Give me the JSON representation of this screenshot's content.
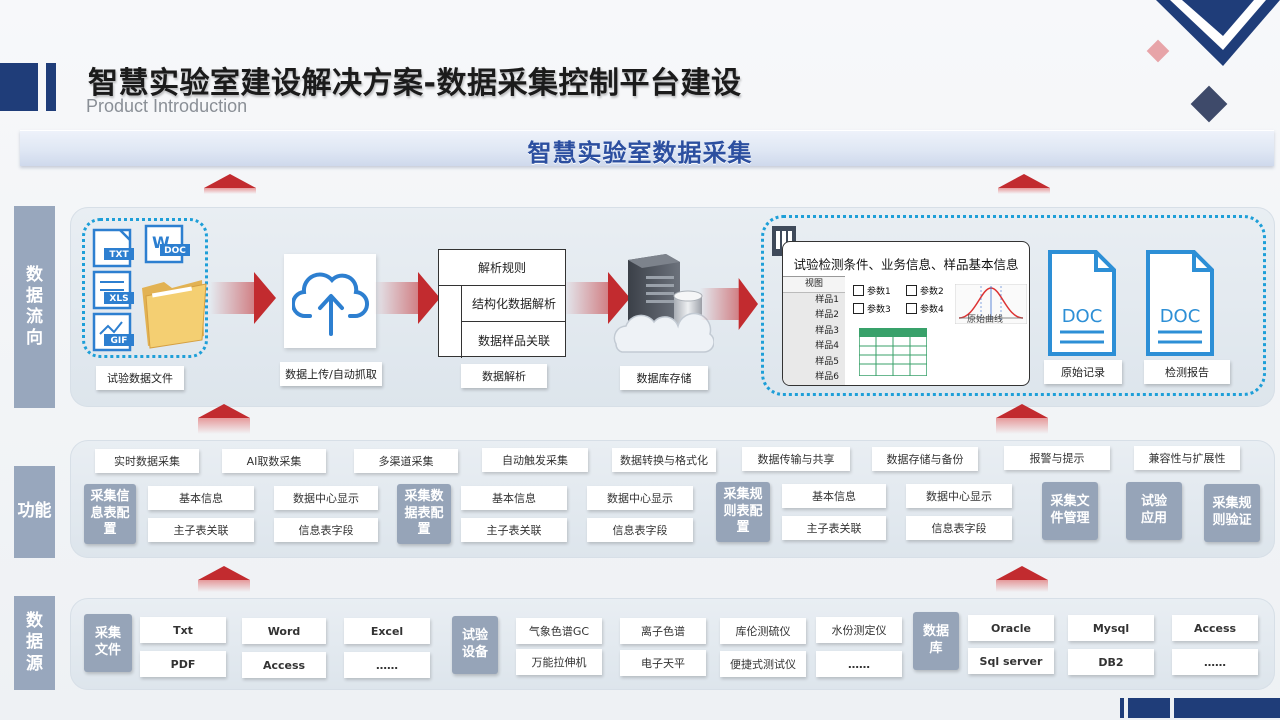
{
  "header": {
    "title": "智慧实验室建设解决方案-数据采集控制平台建设",
    "subtitle": "Product Introduction"
  },
  "banner": {
    "text": "智慧实验室数据采集"
  },
  "side_labels": {
    "flow": "数据\n流向",
    "function": "功能",
    "source": "数据\n源"
  },
  "flow": {
    "steps": [
      {
        "label": "试验数据文件"
      },
      {
        "label": "数据上传/自动抓取"
      },
      {
        "label": "数据解析"
      },
      {
        "label": "数据库存储"
      },
      {
        "label": "原始记录"
      },
      {
        "label": "检测报告"
      }
    ],
    "file_icons": [
      "TXT",
      "DOC",
      "XLS",
      "GIF"
    ],
    "parse_table": {
      "header": "解析规则",
      "rows": [
        "结构化数据解析",
        "数据样品关联"
      ]
    },
    "report_window": {
      "title": "试验检测条件、业务信息、样品基本信息",
      "view_label": "视图",
      "samples": [
        "样品1",
        "样品2",
        "样品3",
        "样品4",
        "样品5",
        "样品6"
      ],
      "params": [
        "参数1",
        "参数2",
        "参数3",
        "参数4"
      ],
      "curve_label": "原始曲线"
    },
    "doc_icon_text": "DOC"
  },
  "functions": {
    "top_row": [
      "实时数据采集",
      "AI取数采集",
      "多渠道采集",
      "自动触发采集",
      "数据转换与格式化",
      "数据传输与共享",
      "数据存储与备份",
      "报警与提示",
      "兼容性与扩展性"
    ],
    "groups": [
      {
        "title": "采集信息表配置",
        "items": [
          "基本信息",
          "数据中心显示",
          "主子表关联",
          "信息表字段"
        ]
      },
      {
        "title": "采集数据表配置",
        "items": [
          "基本信息",
          "数据中心显示",
          "主子表关联",
          "信息表字段"
        ]
      },
      {
        "title": "采集规则表配置",
        "items": [
          "基本信息",
          "数据中心显示",
          "主子表关联",
          "信息表字段"
        ]
      }
    ],
    "standalone": [
      "采集文件管理",
      "试验应用",
      "采集规则验证"
    ]
  },
  "sources": {
    "groups": [
      {
        "title": "采集文件",
        "items": [
          "Txt",
          "Word",
          "Excel",
          "PDF",
          "Access",
          "……"
        ]
      },
      {
        "title": "试验设备",
        "items": [
          "气象色谱GC",
          "离子色谱",
          "库伦测硫仪",
          "水份测定仪",
          "万能拉伸机",
          "电子天平",
          "便捷式测试仪",
          "……"
        ]
      },
      {
        "title": "数据库",
        "items": [
          "Oracle",
          "Mysql",
          "Access",
          "Sql server",
          "DB2",
          "……"
        ]
      }
    ]
  },
  "colors": {
    "brand_dark": "#1f3d79",
    "accent_red": "#c22b2f",
    "panel_side": "#98a7bd",
    "dotted_border": "#1e9fd8",
    "banner_text": "#2c4fa0"
  }
}
